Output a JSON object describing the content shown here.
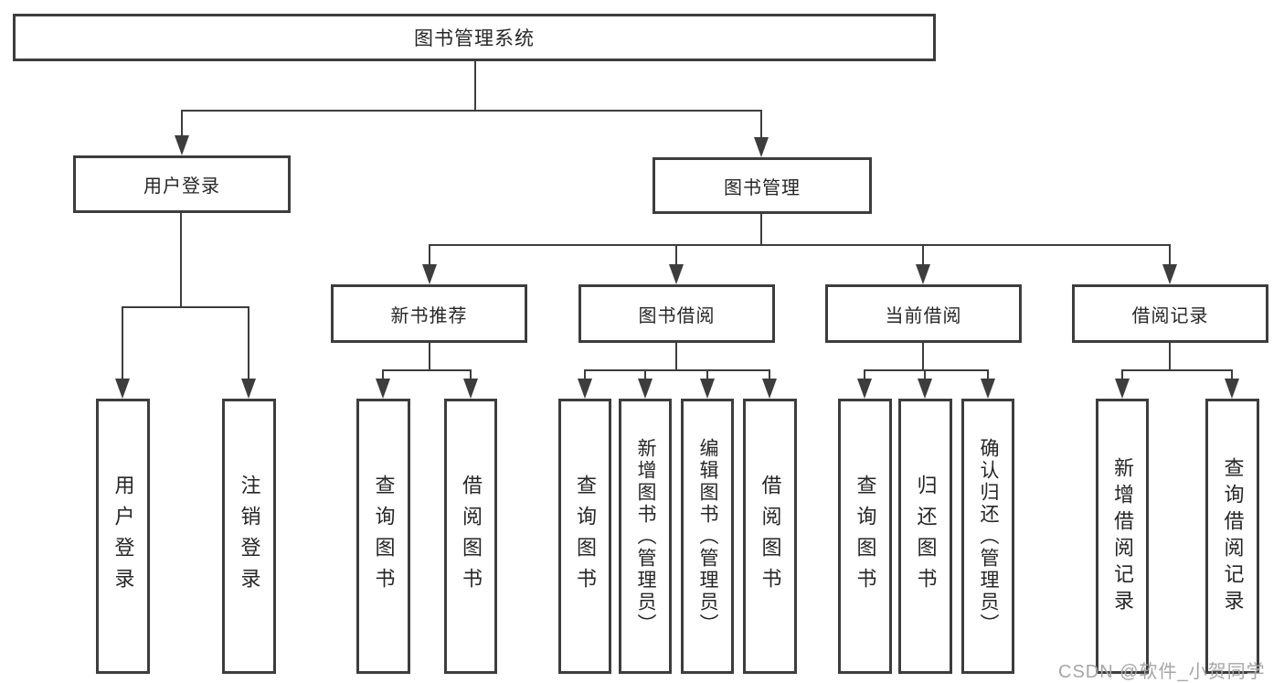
{
  "nodes": {
    "root": "图书管理系统",
    "level1": {
      "user_login": "用户登录",
      "book_mgmt": "图书管理"
    },
    "level2": {
      "new_books": "新书推荐",
      "book_borrow": "图书借阅",
      "current_borrow": "当前借阅",
      "borrow_records": "借阅记录"
    },
    "leaves": {
      "user_login": [
        "用户登录",
        "注销登录"
      ],
      "new_books": [
        "查询图书",
        "借阅图书"
      ],
      "book_borrow": [
        "查询图书",
        "新增图书（管理员）",
        "编辑图书（管理员）",
        "借阅图书"
      ],
      "current_borrow": [
        "查询图书",
        "归还图书",
        "确认归还（管理员）"
      ],
      "borrow_records": [
        "新增借阅记录",
        "查询借阅记录"
      ]
    }
  },
  "watermark": "CSDN @软件_小贺同学",
  "colors": {
    "line": "#3d3d3d",
    "text": "#262626",
    "watermark": "#a6a6a6",
    "background": "#ffffff"
  }
}
